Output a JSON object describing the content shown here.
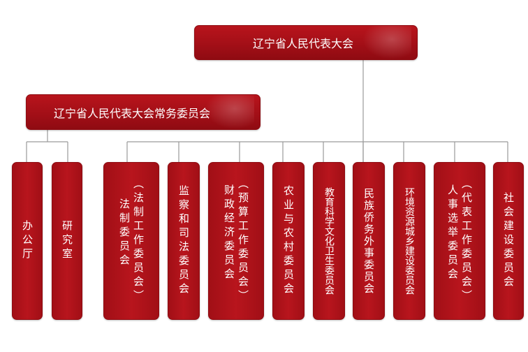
{
  "top": {
    "label": "辽宁省人民代表大会"
  },
  "standing": {
    "label": "辽宁省人民代表大会常务委员会"
  },
  "offices": [
    {
      "lines": [
        "办公厅"
      ]
    },
    {
      "lines": [
        "研究室"
      ]
    }
  ],
  "committees": [
    {
      "lines": [
        "（法制工作委员会）",
        "法制委员会"
      ]
    },
    {
      "lines": [
        "监察和司法委员会"
      ]
    },
    {
      "lines": [
        "（预算工作委员会）",
        "财政经济委员会"
      ]
    },
    {
      "lines": [
        "农业与农村委员会"
      ]
    },
    {
      "lines": [
        "教育科学文化卫生委员会"
      ]
    },
    {
      "lines": [
        "民族侨务外事委员会"
      ]
    },
    {
      "lines": [
        "环境资源城乡建设委员会"
      ]
    },
    {
      "lines": [
        "（代表工作委员会）",
        "人事选举委员会"
      ]
    },
    {
      "lines": [
        "社会建设委员会"
      ]
    }
  ],
  "colors": {
    "box": "#a8111a",
    "line": "#9a9a9a"
  }
}
